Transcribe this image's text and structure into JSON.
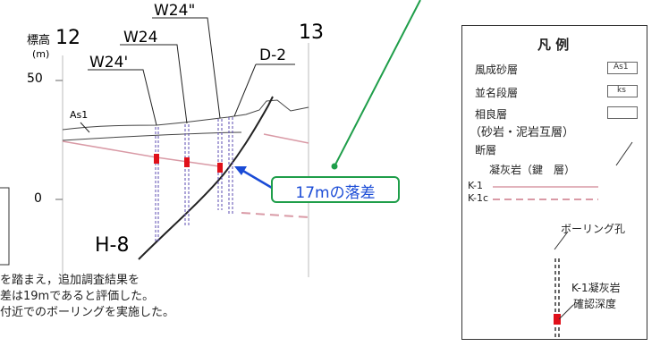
{
  "section": {
    "elevation_label": "標高",
    "elevation_unit": "(m)",
    "section_no_left": "12",
    "section_no_right": "13",
    "elevation_ticks": [
      "50",
      "0"
    ],
    "boreholes": [
      "W24\"",
      "W24",
      "W24'"
    ],
    "fault_label": "D-2",
    "layer_label": "As1",
    "borehole_h8": "H-8",
    "callout": "17mの落差"
  },
  "notes": [
    "を踏まえ，追加調査結果を",
    "差は19mであると評価した。",
    "付近でのボーリングを実施した。"
  ],
  "legend": {
    "title": "凡 例",
    "rows": [
      {
        "label": "風成砂層",
        "code": "As1"
      },
      {
        "label": "並名段層",
        "code": "ks"
      },
      {
        "label": "相良層",
        "code": ""
      },
      {
        "label": "（砂岩・泥岩互層）",
        "code": ""
      },
      {
        "label": "断層",
        "code": ""
      },
      {
        "label": "凝灰岩（鍵　層）",
        "code": ""
      },
      {
        "label": "K-1",
        "code": ""
      },
      {
        "label": "K-1c",
        "code": ""
      }
    ],
    "borehole_label": "ボーリング孔",
    "tuff_label_1": "K-1凝灰岩",
    "tuff_label_2": "確認深度"
  },
  "colors": {
    "fault": "#222222",
    "pink_layer": "#d99aa6",
    "borehole": "#5b4bb0",
    "tuff_mark": "#e0101a",
    "callout_border": "#1f9e4a",
    "arrow": "#1a4bd6"
  }
}
